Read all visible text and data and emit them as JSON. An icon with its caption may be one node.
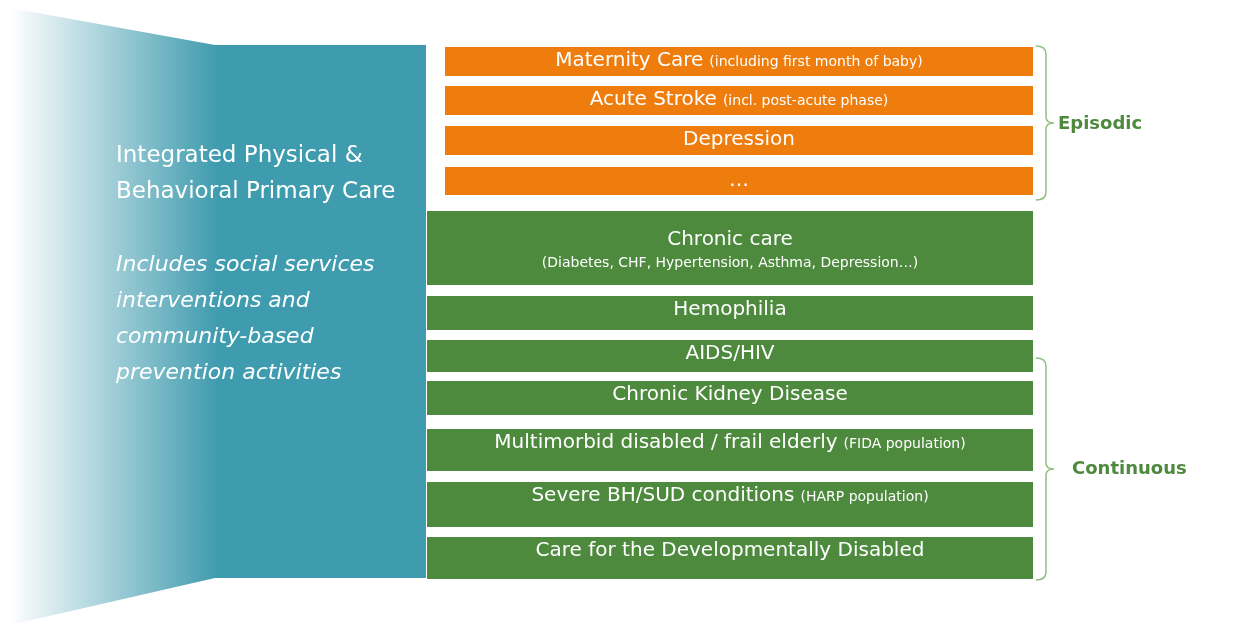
{
  "diagram": {
    "nodes": [
      {
        "text": [
          "Integrated Physical & Behavioral Primary Care",
          "Includes social services interventions and community-based prevention activities"
        ]
      },
      {
        "text": [
          "Maternity Care",
          "(including first month of baby)"
        ]
      },
      {
        "text": [
          "Acute Stroke",
          "(incl. post-acute phase)"
        ]
      },
      {
        "text": [
          "Depression"
        ]
      },
      {
        "text": [
          "…"
        ]
      },
      {
        "text": [
          "Chronic care",
          "(Diabetes, CHF, Hypertension, Asthma, Depression…)"
        ]
      },
      {
        "text": [
          "Hemophilia"
        ]
      },
      {
        "text": [
          "AIDS/HIV"
        ]
      },
      {
        "text": [
          "Chronic Kidney Disease"
        ]
      },
      {
        "text": [
          "Multimorbid disabled / frail elderly",
          "(FIDA population)"
        ]
      },
      {
        "text": [
          "Severe BH/SUD conditions",
          "(HARP population)"
        ]
      },
      {
        "text": [
          "Care for the Developmentally Disabled"
        ]
      }
    ],
    "edges": [],
    "labels": [
      "Episodic",
      "Continuous"
    ]
  }
}
